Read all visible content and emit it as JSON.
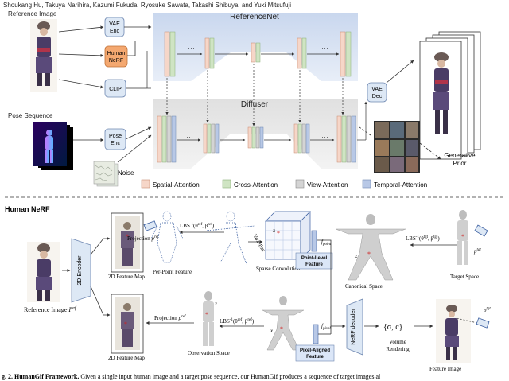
{
  "header": {
    "authors": "Shoukang Hu, Takuya Narihira, Kazumi Fukuda, Ryosuke Sawata, Takashi Shibuya, and Yuki Mitsufuji"
  },
  "top": {
    "reference_image": "Reference Image",
    "pose_sequence": "Pose Sequence",
    "vae_enc": [
      "VAE",
      "Enc"
    ],
    "human_nerf": [
      "Human",
      "NeRF"
    ],
    "clip": "CLIP",
    "pose_enc": [
      "Pose",
      "Enc"
    ],
    "noise": "Noise",
    "referencenet": "ReferenceNet",
    "diffuser": "Diffuser",
    "vae_dec": [
      "VAE",
      "Dec"
    ],
    "generative_prior": [
      "Generative",
      "Prior"
    ],
    "legend": [
      "Spatial-Attention",
      "Cross-Attention",
      "View-Attention",
      "Temporal-Attention"
    ],
    "colors": {
      "spatial": "#f6d6c8",
      "cross": "#cfe4c3",
      "view": "#d4d4d4",
      "temporal": "#b8c8e6",
      "enc": "#dde8f5",
      "nerf": "#f4a870"
    }
  },
  "bottom": {
    "title": "Human NeRF",
    "encoder": "2D Encoder",
    "reference_image": "Reference Image",
    "reference_sym": "I",
    "ref_sup": "ref",
    "feature_map": "2D Feature Map",
    "projection": "Projection",
    "per_point": "Per-Point Feature",
    "lbs_ref": "LBS",
    "lbs_args": "(θ",
    "voxelize": "Voxelize",
    "sparse_conv": "Sparse Convolution",
    "point_level": [
      "Point-Level",
      "Feature"
    ],
    "f_point": "f",
    "point_sub": "point",
    "pixel_sub": "pixel",
    "canonical": "Canonical Space",
    "target": "Target Space",
    "tgt_sup": "tgt",
    "observation": "Observation Space",
    "pixel_aligned": [
      "Pixel-Aligned",
      "Feature"
    ],
    "nerf_decoder": "NeRF decoder",
    "output": "{σ, c}",
    "volume_rendering": [
      "Volume",
      "Rendering"
    ],
    "feature_image": "Feature Image",
    "x_label": "x",
    "p_label": "p",
    "minus_one": "-1",
    "comma_beta": ", β"
  },
  "caption": {
    "label": "g. 2.  HumanGif Framework.",
    "text": " Given a single input human image and a target pose sequence, our HumanGif produces a sequence of target images al"
  }
}
